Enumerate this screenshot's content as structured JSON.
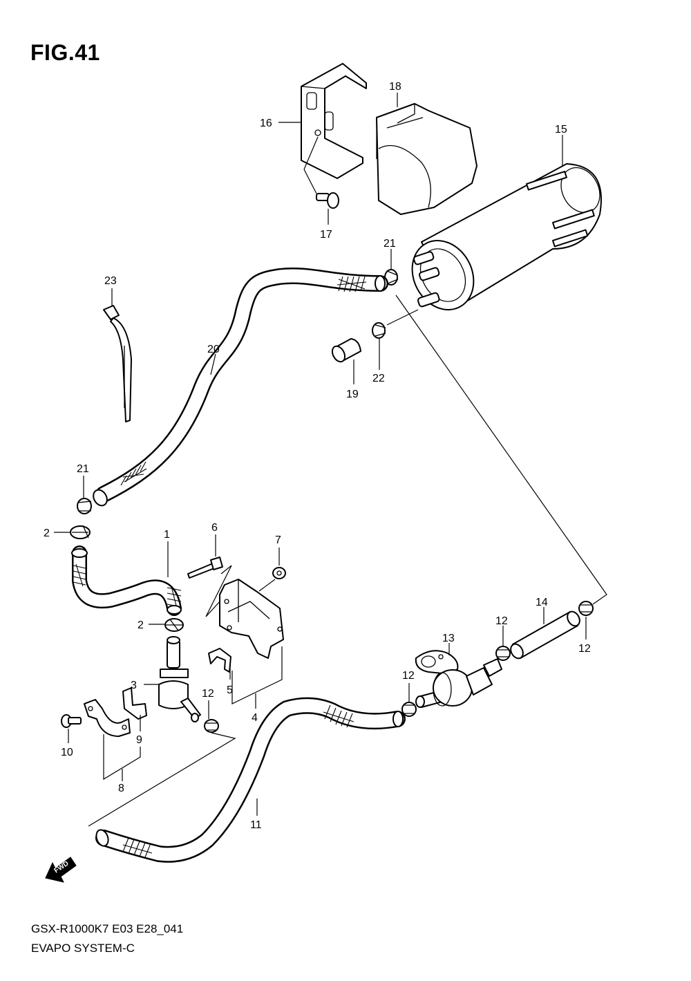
{
  "figure": {
    "title": "FIG.41",
    "model_code": "GSX-R1000K7 E03 E28_041",
    "system_name": "EVAPO SYSTEM-C"
  },
  "fwd_label": "FWD",
  "callouts": {
    "p1": "1",
    "p2a": "2",
    "p2b": "2",
    "p3": "3",
    "p4": "4",
    "p5": "5",
    "p6": "6",
    "p7": "7",
    "p8": "8",
    "p9": "9",
    "p10": "10",
    "p11": "11",
    "p12a": "12",
    "p12b": "12",
    "p12c": "12",
    "p12d": "12",
    "p13": "13",
    "p14": "14",
    "p15": "15",
    "p16": "16",
    "p17": "17",
    "p18": "18",
    "p19": "19",
    "p20": "20",
    "p21a": "21",
    "p21b": "21",
    "p22": "22",
    "p23": "23"
  }
}
